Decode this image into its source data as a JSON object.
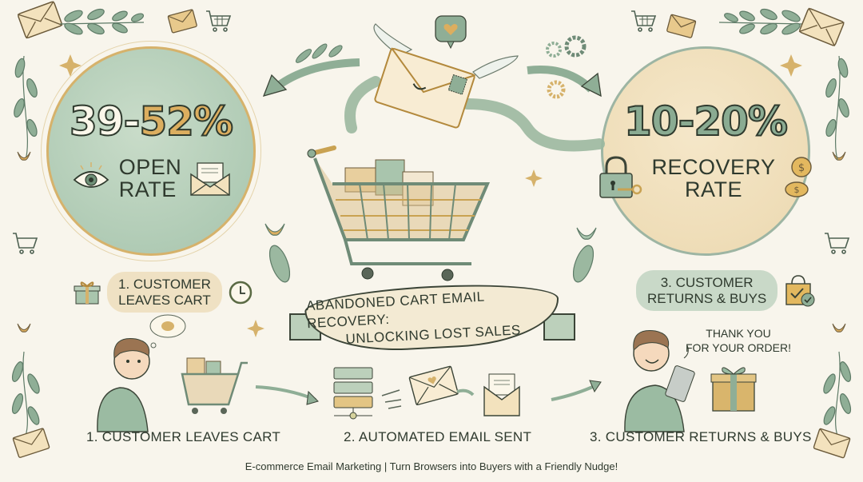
{
  "open_rate": {
    "number_low": "39-",
    "number_high": "52%",
    "label_line1": "OPEN",
    "label_line2": "RATE",
    "icons": [
      "eye-icon",
      "open-envelope-icon"
    ]
  },
  "recovery_rate": {
    "number": "10-20%",
    "label_line1": "RECOVERY",
    "label_line2": "RATE",
    "icons": [
      "padlock-key-icon",
      "coin-icon"
    ]
  },
  "step_pills": {
    "left": {
      "line1": "1. CUSTOMER",
      "line2": "LEAVES CART",
      "icons": [
        "gift-icon",
        "clock-icon"
      ]
    },
    "right": {
      "line1": "3. CUSTOMER",
      "line2": "RETURNS & BUYS",
      "icons": [
        "shopping-bag-check-icon"
      ]
    }
  },
  "banner": {
    "line1": "ABANDONED CART EMAIL RECOVERY:",
    "line2": "UNLOCKING LOST SALES"
  },
  "speech_bubble": {
    "line1": "THANK YOU",
    "line2": "FOR YOUR ORDER!"
  },
  "steps": [
    {
      "label": "1. CUSTOMER LEAVES CART"
    },
    {
      "label": "2. AUTOMATED EMAIL SENT"
    },
    {
      "label": "3. CUSTOMER RETURNS & BUYS"
    }
  ],
  "footer": {
    "tagline": "E-commerce Email Marketing | Turn Browsers into Buyers with a Friendly Nudge!"
  },
  "colors": {
    "background": "#f8f5ec",
    "sage": "#a9c5ad",
    "gold": "#dcae5f",
    "cream": "#efe1c3",
    "ink": "#2f3a2e"
  }
}
